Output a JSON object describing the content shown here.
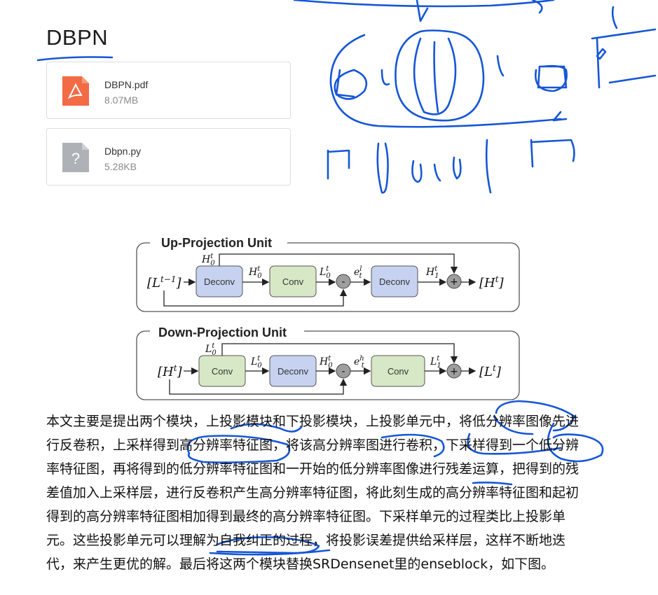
{
  "page": {
    "heading": "DBPN"
  },
  "attachments": [
    {
      "name": "DBPN.pdf",
      "size": "8.07MB",
      "icon": "pdf-icon",
      "color": "#f26b45"
    },
    {
      "name": "Dbpn.py",
      "size": "5.28KB",
      "icon": "unknown-file-icon",
      "color": "#aeb2b6"
    }
  ],
  "diagram": {
    "up": {
      "title": "Up-Projection Unit",
      "input": "[L",
      "input_sup": "t−1",
      "output": "[H",
      "output_sup": "t",
      "blocks": [
        "Deconv",
        "Conv",
        "Deconv"
      ],
      "labels": {
        "h0_top": "H",
        "h0_top_sub": "0",
        "h0_top_sup": "t",
        "h0": "H",
        "h0_sub": "0",
        "h0_sup": "t",
        "l0": "L",
        "l0_sub": "0",
        "l0_sup": "t",
        "e": "e",
        "e_sub": "t",
        "e_sup": "l",
        "h1": "H",
        "h1_sub": "1",
        "h1_sup": "t"
      },
      "minus": "-",
      "plus": "+"
    },
    "down": {
      "title": "Down-Projection Unit",
      "input": "[H",
      "input_sup": "t",
      "output": "[L",
      "output_sup": "t",
      "blocks": [
        "Conv",
        "Deconv",
        "Conv"
      ],
      "labels": {
        "l0_top": "L",
        "l0_top_sub": "0",
        "l0_top_sup": "t",
        "l0": "L",
        "l0_sub": "0",
        "l0_sup": "t",
        "h0": "H",
        "h0_sub": "0",
        "h0_sup": "t",
        "e": "e",
        "e_sub": "t",
        "e_sup": "h",
        "l1": "L",
        "l1_sub": "1",
        "l1_sup": "t"
      },
      "minus": "-",
      "plus": "+"
    },
    "colors": {
      "deconv": "#c6d2f0",
      "conv": "#d7e8c6",
      "circle": "#9e9e9e",
      "box_border": "#555555"
    }
  },
  "body_text": {
    "lines": [
      "本文主要是提出两个模块，上投影模块和下投影模块，上投影单元中，将低分辨率图像先进",
      "行反卷积，上采样得到高分辨率特征图，将该高分辨率图进行卷积，下采样得到一个低分辨",
      "率特征图，再将得到的低分辨率特征图和一开始的低分辨率图像进行残差运算，把得到的残",
      "差值加入上采样层，进行反卷积产生高分辨率特征图，将此刻生成的高分辨率特征图和起初",
      "得到的高分辨率特征图相加得到最终的高分辨率特征图。下采样单元的过程类比上投影单",
      "元。这些投影单元可以理解为自我纠正的过程，将投影误差提供给采样层，这样不断地迭",
      "代，来产生更优的解。最后将这两个模块替换SRDensenet里的enseblock，如下图。"
    ]
  },
  "annotation": {
    "ink_color": "#1556d6"
  }
}
